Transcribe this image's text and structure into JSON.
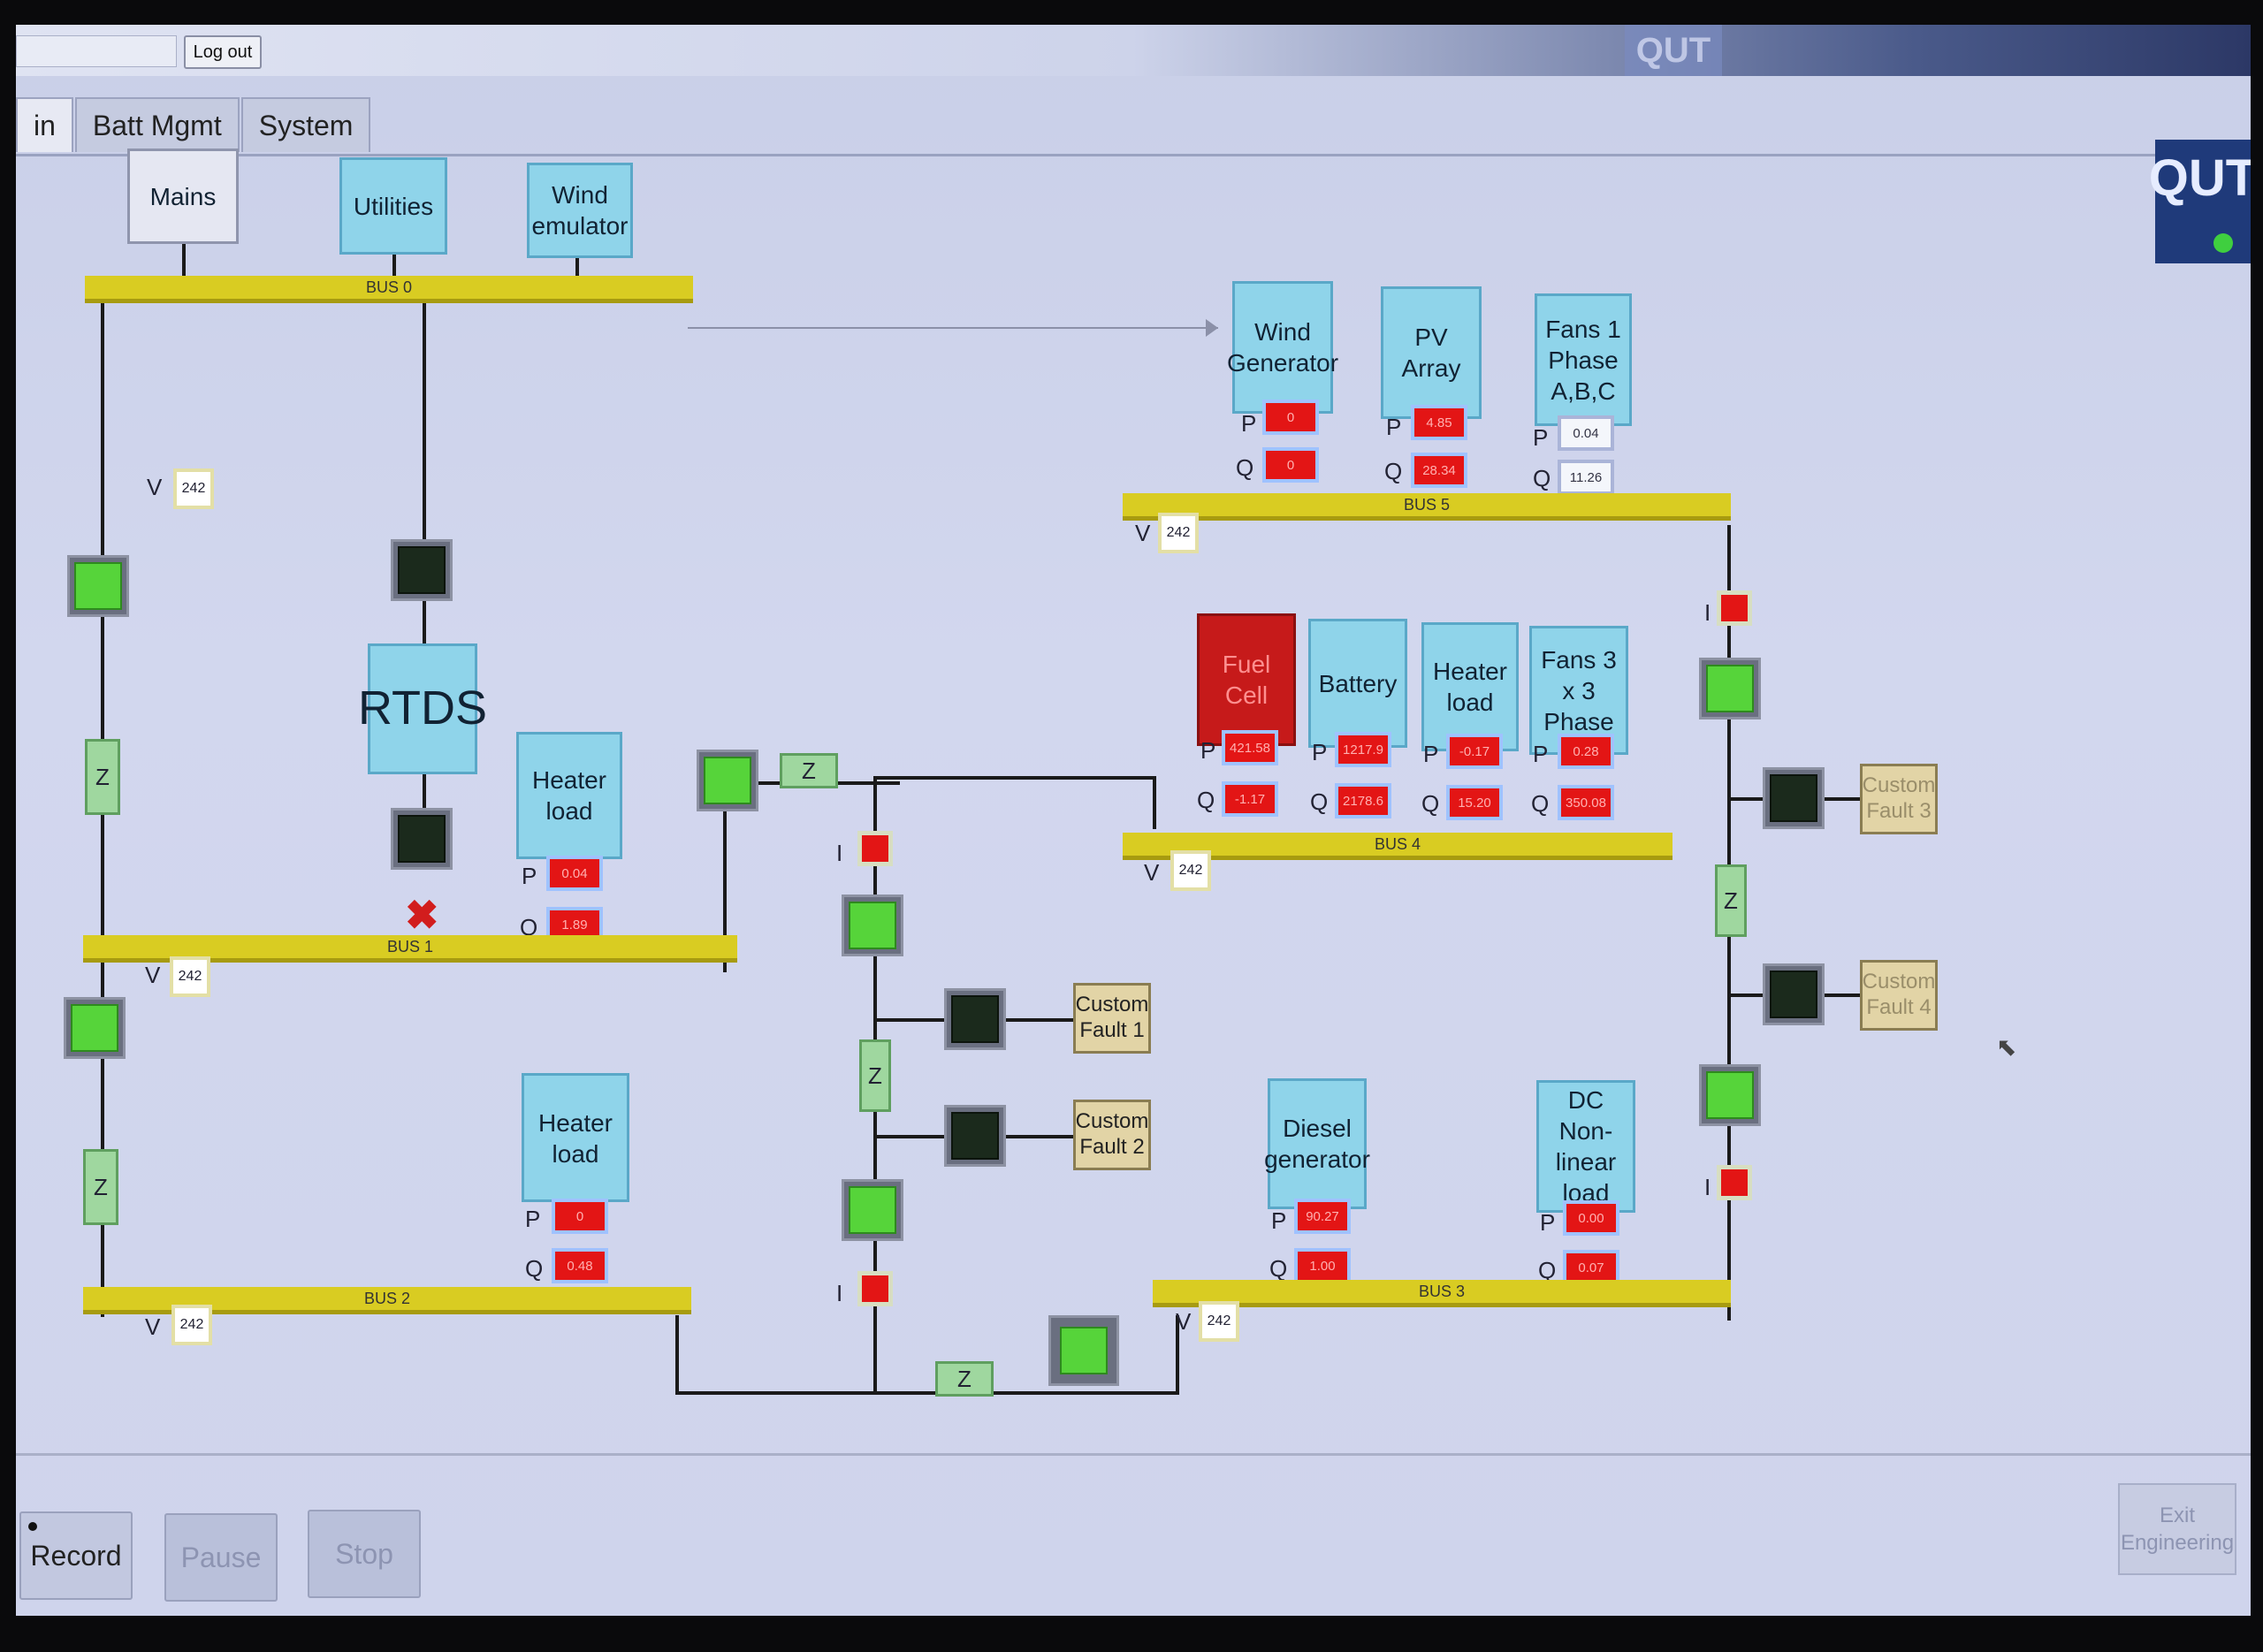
{
  "header": {
    "logout_label": "Log out",
    "top_brand": "QUT"
  },
  "tabs": [
    {
      "label": "in"
    },
    {
      "label": "Batt Mgmt"
    },
    {
      "label": "System"
    }
  ],
  "brand": {
    "logo_text": "QUT",
    "status_color": "#3fcf3f"
  },
  "nodes": {
    "mains": "Mains",
    "utilities": "Utilities",
    "wind_emulator": "Wind emulator",
    "rtds": "RTDS",
    "heater_load_1": "Heater load",
    "heater_load_2": "Heater load",
    "wind_generator": "Wind Generator",
    "pv_array": "PV Array",
    "fans_1phase": "Fans 1 Phase A,B,C",
    "fuel_cell": "Fuel Cell",
    "battery": "Battery",
    "heater_load_3": "Heater load",
    "fans_3x3": "Fans 3 x 3 Phase",
    "diesel_generator": "Diesel generator",
    "dc_nonlinear_load": "DC Non-linear load"
  },
  "buses": {
    "bus0": "BUS 0",
    "bus1": "BUS 1",
    "bus2": "BUS 2",
    "bus3": "BUS 3",
    "bus4": "BUS 4",
    "bus5": "BUS 5"
  },
  "bus_voltages": {
    "bus0": "242",
    "bus1": "242",
    "bus2": "242",
    "bus3": "242",
    "bus4": "242",
    "bus5": "242"
  },
  "symbols": {
    "v": "V",
    "p": "P",
    "q": "Q",
    "i": "I",
    "z": "Z"
  },
  "meters": {
    "heater1": {
      "p": "0.04",
      "q": "1.89"
    },
    "heater2": {
      "p": "0",
      "q": "0.48"
    },
    "wind_gen": {
      "p": "0",
      "q": "0"
    },
    "pv": {
      "p": "4.85",
      "q": "28.34"
    },
    "fans1": {
      "p": "0.04",
      "q": "11.26"
    },
    "fuel": {
      "p": "421.58",
      "q": "-1.17"
    },
    "battery": {
      "p": "1217.9",
      "q": "2178.6"
    },
    "heater3": {
      "p": "-0.17",
      "q": "15.20"
    },
    "fans3": {
      "p": "0.28",
      "q": "350.08"
    },
    "diesel": {
      "p": "90.27",
      "q": "1.00"
    },
    "dcload": {
      "p": "0.00",
      "q": "0.07"
    }
  },
  "faults": {
    "f1": "Custom Fault 1",
    "f2": "Custom Fault 2",
    "f3": "Custom Fault 3",
    "f4": "Custom Fault 4"
  },
  "controls": {
    "record": "Record",
    "pause": "Pause",
    "stop": "Stop",
    "exit": "Exit Engineering"
  },
  "colors": {
    "bus": "#d9cc22",
    "node": "#8fd4ea",
    "switch_on": "#56d43a",
    "switch_off": "#1b2a1c",
    "alarm": "#e31515"
  }
}
